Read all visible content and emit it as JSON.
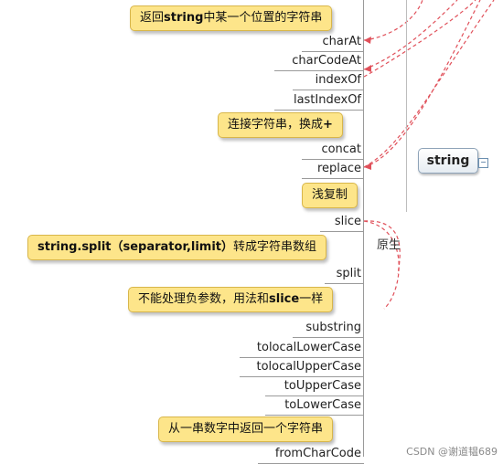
{
  "root": {
    "label": "string"
  },
  "group": {
    "label": "原生"
  },
  "methods": [
    "charAt",
    "charCodeAt",
    "indexOf",
    "lastIndexOf",
    "concat",
    "replace",
    "slice",
    "split",
    "substring",
    "tolocalLowerCase",
    "tolocalUpperCase",
    "toUpperCase",
    "toLowerCase",
    "fromCharCode"
  ],
  "notes": {
    "charat": {
      "pre": "返回",
      "bold": "string",
      "post": "中某一个位置的字符串"
    },
    "concat": {
      "pre": "连接字符串，换成",
      "bold": "+",
      "post": ""
    },
    "slice": {
      "pre": "浅复制",
      "bold": "",
      "post": ""
    },
    "split": {
      "pre": "",
      "bold": "string.split（separator,limit）",
      "post": "转成字符串数组"
    },
    "substring": {
      "pre": "不能处理负参数，用法和",
      "bold": "slice",
      "post": "一样"
    },
    "fromcharcode": {
      "pre": "从一串数字中返回一个字符串",
      "bold": "",
      "post": ""
    }
  },
  "watermark": "CSDN @谢道韫689",
  "colors": {
    "note_bg": "#fde58a",
    "link": "#e0505a",
    "branch": "#9a9a9a"
  },
  "icons": {
    "collapse": "collapse-icon"
  }
}
